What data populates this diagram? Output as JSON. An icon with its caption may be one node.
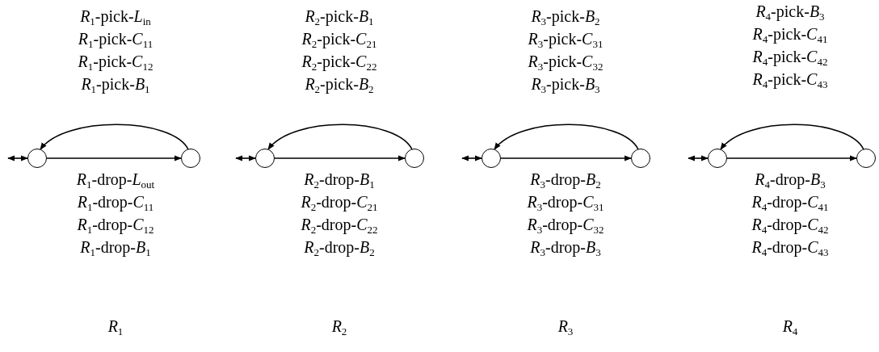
{
  "diagram": {
    "nodes": [
      {
        "text": [],
        "shape": "circle"
      },
      {
        "text": [],
        "shape": "circle"
      },
      {
        "text": [],
        "shape": "circle"
      },
      {
        "text": [],
        "shape": "circle"
      },
      {
        "text": [],
        "shape": "circle"
      },
      {
        "text": [],
        "shape": "circle"
      },
      {
        "text": [],
        "shape": "circle"
      },
      {
        "text": [],
        "shape": "circle"
      }
    ],
    "edges": [
      {
        "from": 0,
        "to": 1,
        "arrow": "to"
      },
      {
        "from": 1,
        "to": 0,
        "arrow": "to"
      },
      {
        "from": null,
        "to": 0,
        "arrow": "both"
      },
      {
        "from": 2,
        "to": 3,
        "arrow": "to"
      },
      {
        "from": 3,
        "to": 2,
        "arrow": "to"
      },
      {
        "from": null,
        "to": 2,
        "arrow": "both"
      },
      {
        "from": 4,
        "to": 5,
        "arrow": "to"
      },
      {
        "from": 5,
        "to": 4,
        "arrow": "to"
      },
      {
        "from": null,
        "to": 4,
        "arrow": "both"
      },
      {
        "from": 6,
        "to": 7,
        "arrow": "to"
      },
      {
        "from": 7,
        "to": 6,
        "arrow": "to"
      },
      {
        "from": null,
        "to": 6,
        "arrow": "both"
      }
    ],
    "labels": [
      "*R*$_{1}$-pick-*L*$_{in}$",
      "*R*$_{1}$-pick-*C*$_{11}$",
      "*R*$_{1}$-pick-*C*$_{12}$",
      "*R*$_{1}$-pick-*B*$_{1}$",
      "*R*$_{1}$-drop-*L*$_{out}$",
      "*R*$_{1}$-drop-*C*$_{11}$",
      "*R*$_{1}$-drop-*C*$_{12}$",
      "*R*$_{1}$-drop-*B*$_{1}$",
      "*R*$_{1}$",
      "*R*$_{2}$-pick-*B*$_{1}$",
      "*R*$_{2}$-pick-*C*$_{21}$",
      "*R*$_{2}$-pick-*C*$_{22}$",
      "*R*$_{2}$-pick-*B*$_{2}$",
      "*R*$_{2}$-drop-*B*$_{1}$",
      "*R*$_{2}$-drop-*C*$_{21}$",
      "*R*$_{2}$-drop-*C*$_{22}$",
      "*R*$_{2}$-drop-*B*$_{2}$",
      "*R*$_{2}$",
      "*R*$_{3}$-pick-*B*$_{2}$",
      "*R*$_{3}$-pick-*C*$_{31}$",
      "*R*$_{3}$-pick-*C*$_{32}$",
      "*R*$_{3}$-pick-*B*$_{3}$",
      "*R*$_{3}$-drop-*B*$_{2}$",
      "*R*$_{3}$-drop-*C*$_{31}$",
      "*R*$_{3}$-drop-*C*$_{32}$",
      "*R*$_{3}$-drop-*B*$_{3}$",
      "*R*$_{3}$",
      "*R*$_{4}$-pick-*B*$_{3}$",
      "*R*$_{4}$-pick-*C*$_{41}$",
      "*R*$_{4}$-pick-*C*$_{42}$",
      "*R*$_{4}$-pick-*C*$_{43}$",
      "*R*$_{4}$-drop-*B*$_{3}$",
      "*R*$_{4}$-drop-*C*$_{41}$",
      "*R*$_{4}$-drop-*C*$_{42}$",
      "*R*$_{4}$-drop-*C*$_{43}$",
      "*R*$_{4}$"
    ]
  }
}
